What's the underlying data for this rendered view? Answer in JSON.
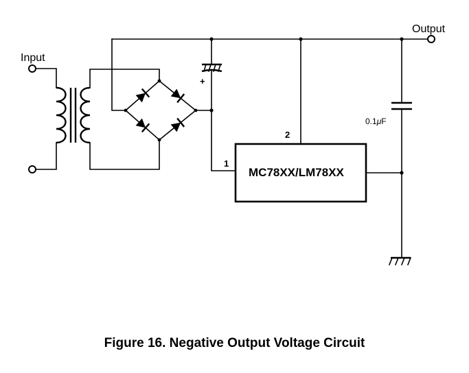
{
  "labels": {
    "input": "Input",
    "output": "Output",
    "capacitor_value": "0.1",
    "capacitor_unit_mu": "μ",
    "capacitor_unit_f": "F",
    "ic_name": "MC78XX/LM78XX",
    "pin_1": "1",
    "pin_2": "2",
    "plus_sign": "+"
  },
  "caption": "Figure 16. Negative Output Voltage Circuit"
}
